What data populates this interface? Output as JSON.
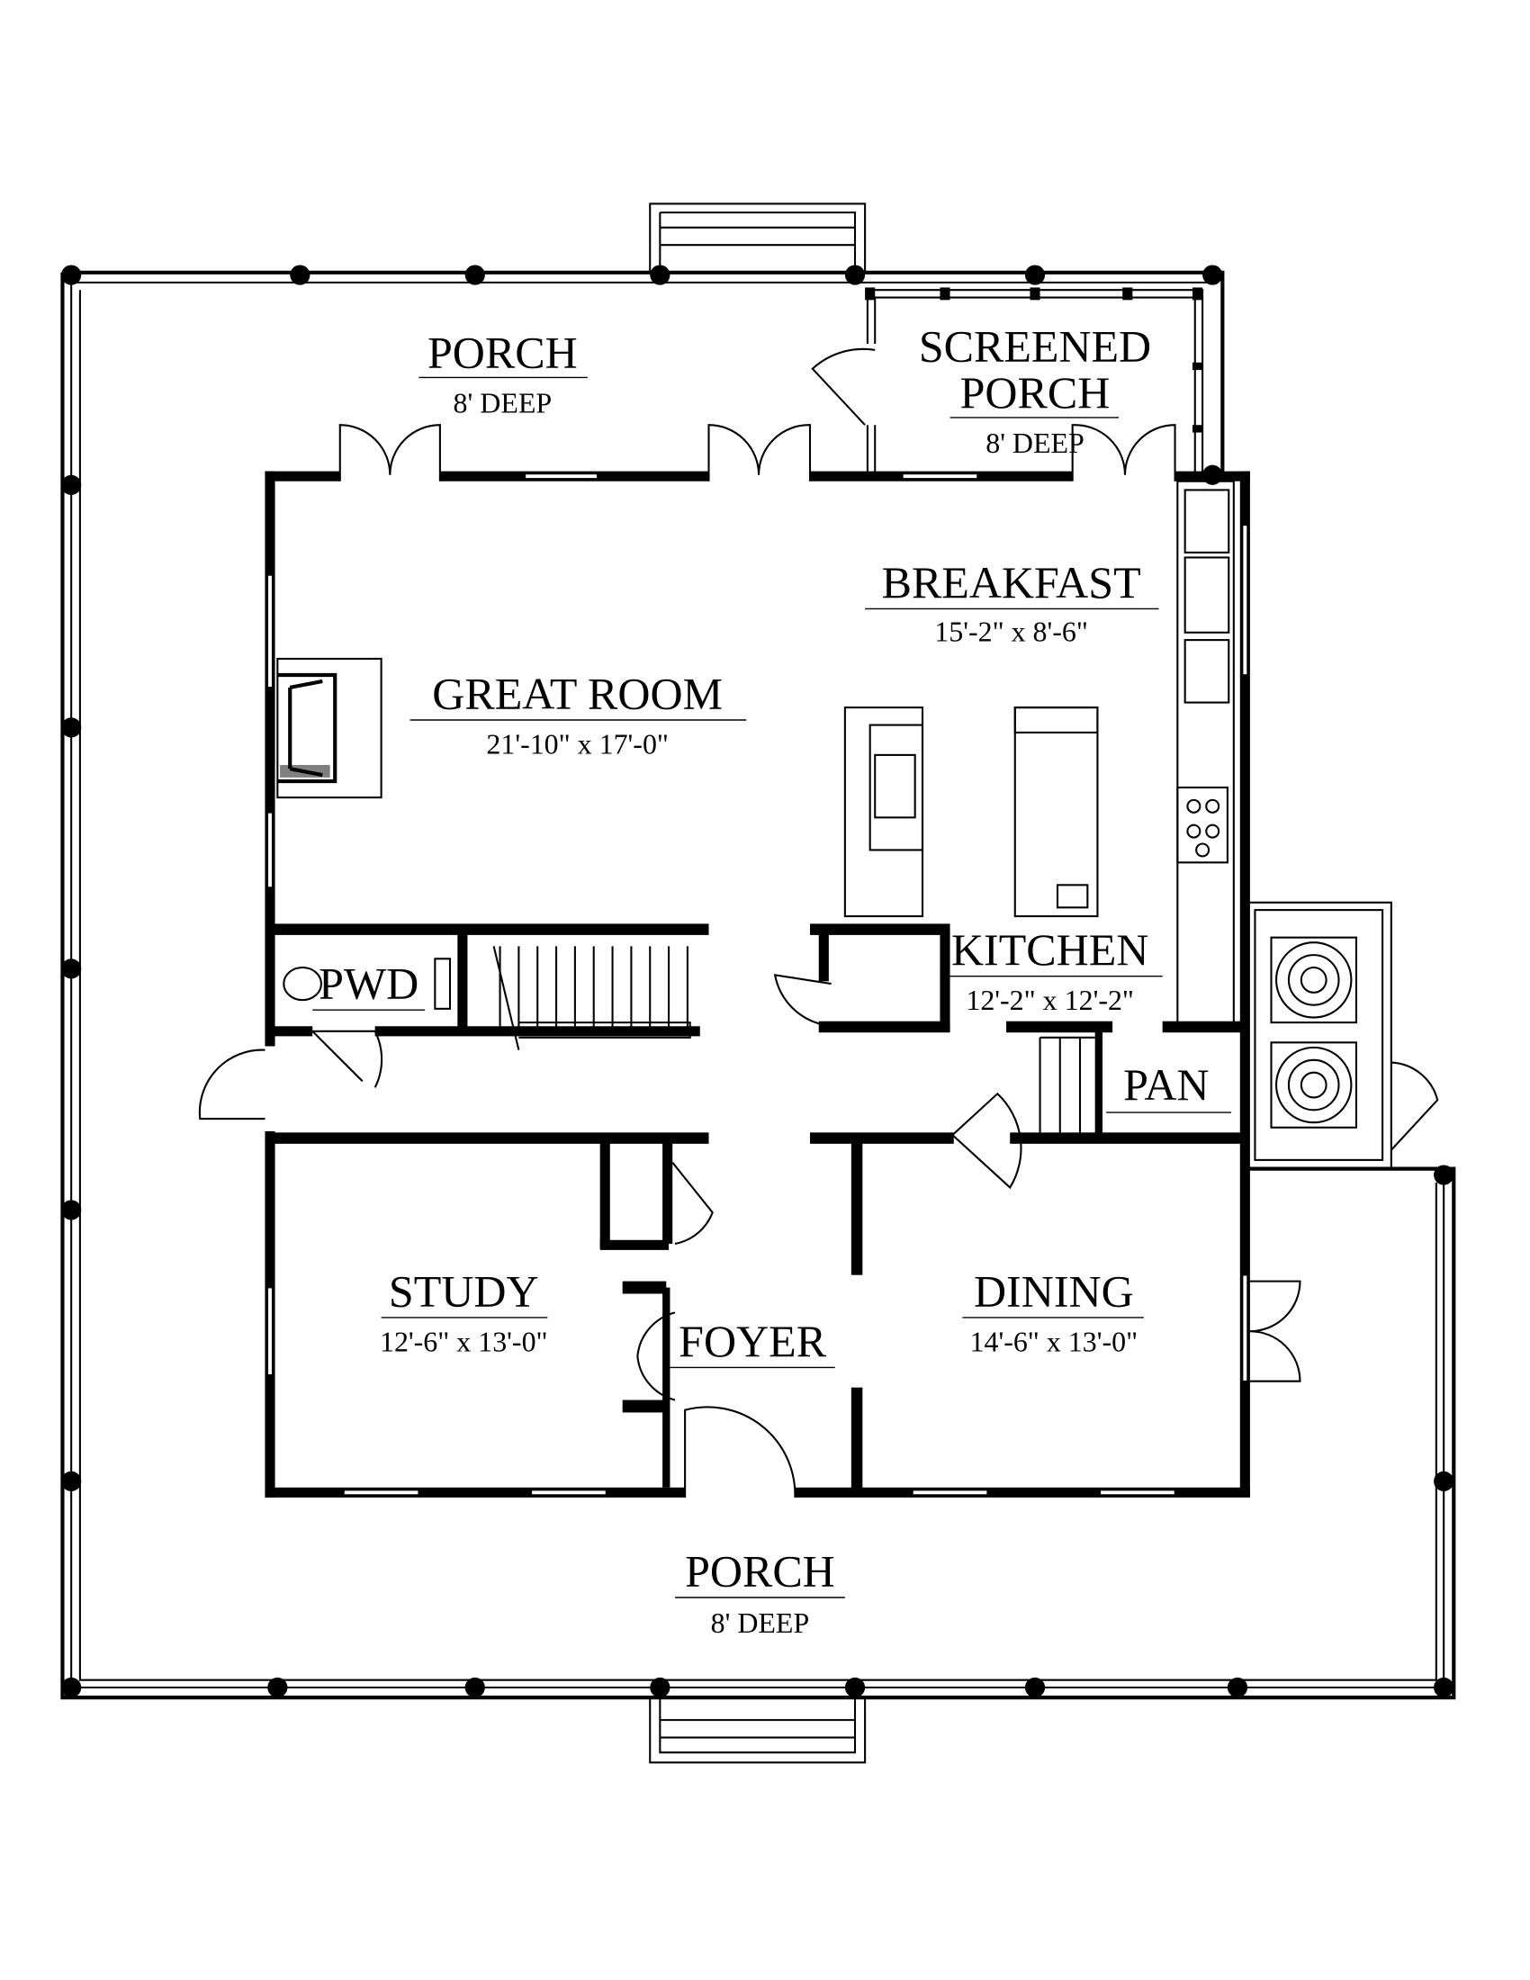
{
  "plan": {
    "colors": {
      "ink": "#000000",
      "paper": "#ffffff"
    },
    "rooms": {
      "porch_rear": {
        "name": "PORCH",
        "size": "8' DEEP"
      },
      "screened_porch": {
        "name_line1": "SCREENED",
        "name_line2": "PORCH",
        "size": "8' DEEP"
      },
      "breakfast": {
        "name": "BREAKFAST",
        "size": "15'-2\" x 8'-6\""
      },
      "great_room": {
        "name": "GREAT ROOM",
        "size": "21'-10\" x 17'-0\""
      },
      "kitchen": {
        "name": "KITCHEN",
        "size": "12'-2\" x 12'-2\""
      },
      "powder": {
        "name": "PWD"
      },
      "pantry": {
        "name": "PAN"
      },
      "study": {
        "name": "STUDY",
        "size": "12'-6\" x 13'-0\""
      },
      "foyer": {
        "name": "FOYER"
      },
      "dining": {
        "name": "DINING",
        "size": "14'-6\" x 13'-0\""
      },
      "porch_front": {
        "name": "PORCH",
        "size": "8' DEEP"
      }
    }
  }
}
